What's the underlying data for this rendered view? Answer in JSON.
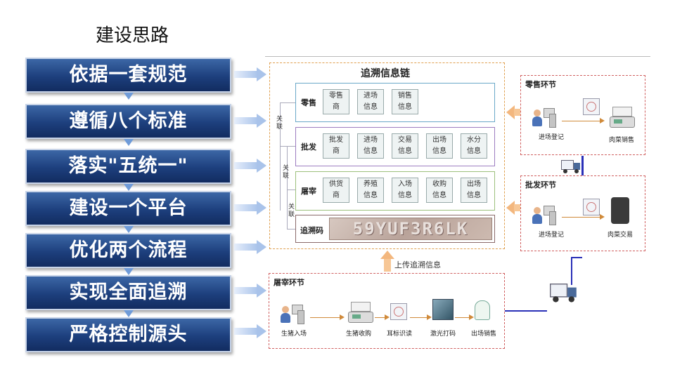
{
  "page_title": "建设思路",
  "principles": [
    "依据一套规范",
    "遵循八个标准",
    "落实\"五统一\"",
    "建设一个平台",
    "优化两个流程",
    "实现全面追溯",
    "严格控制源头"
  ],
  "chain": {
    "title": "追溯信息链",
    "relation_label": "关\n联",
    "rows": [
      {
        "label": "零售",
        "cells": [
          "零售\n商",
          "进场\n信息",
          "销售\n信息"
        ]
      },
      {
        "label": "批发",
        "cells": [
          "批发\n商",
          "进场\n信息",
          "交易\n信息",
          "出场\n信息",
          "水分\n信息"
        ]
      },
      {
        "label": "屠宰",
        "cells": [
          "供货\n商",
          "养殖\n信息",
          "入场\n信息",
          "收购\n信息",
          "出场\n信息"
        ]
      }
    ],
    "code_label": "追溯码",
    "code_value": "59YUF3R6LK",
    "upload_label": "上传追溯信息"
  },
  "retail_stage": {
    "title": "零售环节",
    "steps": [
      "进场登记",
      "肉菜销售"
    ]
  },
  "wholesale_stage": {
    "title": "批发环节",
    "steps": [
      "进场登记",
      "肉菜交易"
    ]
  },
  "slaughter_stage": {
    "title": "屠宰环节",
    "steps": [
      "生猪入场",
      "生猪收购",
      "耳标识读",
      "激光打码",
      "出场销售"
    ]
  },
  "icons": [
    "person-computer-icon",
    "scale-icon",
    "ear-tag-reader-icon",
    "laser-printer-icon",
    "pos-terminal-icon",
    "truck-icon"
  ],
  "colors": {
    "principle_box": "#1d3f7d",
    "stage_border": "#d06060",
    "chain_border": "#e0a050",
    "arrow_orange": "#f3b77e",
    "connector_blue": "#2a30b8"
  }
}
